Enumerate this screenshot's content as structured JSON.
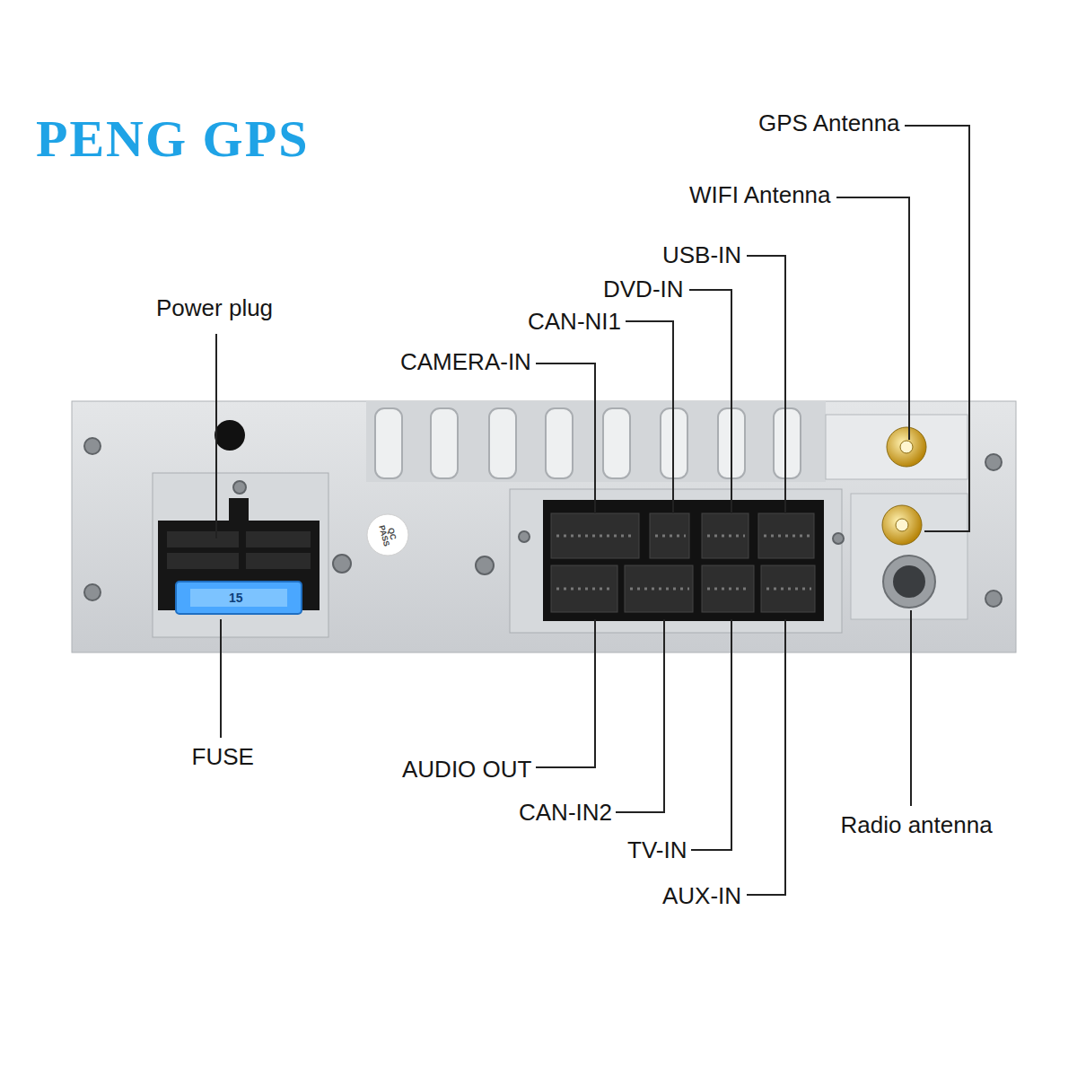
{
  "diagram": {
    "labels": [
      "PENG GPS",
      "GPS Antenna",
      "WIFI Antenna",
      "USB-IN",
      "DVD-IN",
      "CAN-NI1",
      "CAMERA-IN",
      "Power plug",
      "QC PASS",
      "15",
      "FUSE",
      "AUDIO OUT",
      "CAN-IN2",
      "TV-IN",
      "AUX-IN",
      "Radio antenna"
    ]
  }
}
